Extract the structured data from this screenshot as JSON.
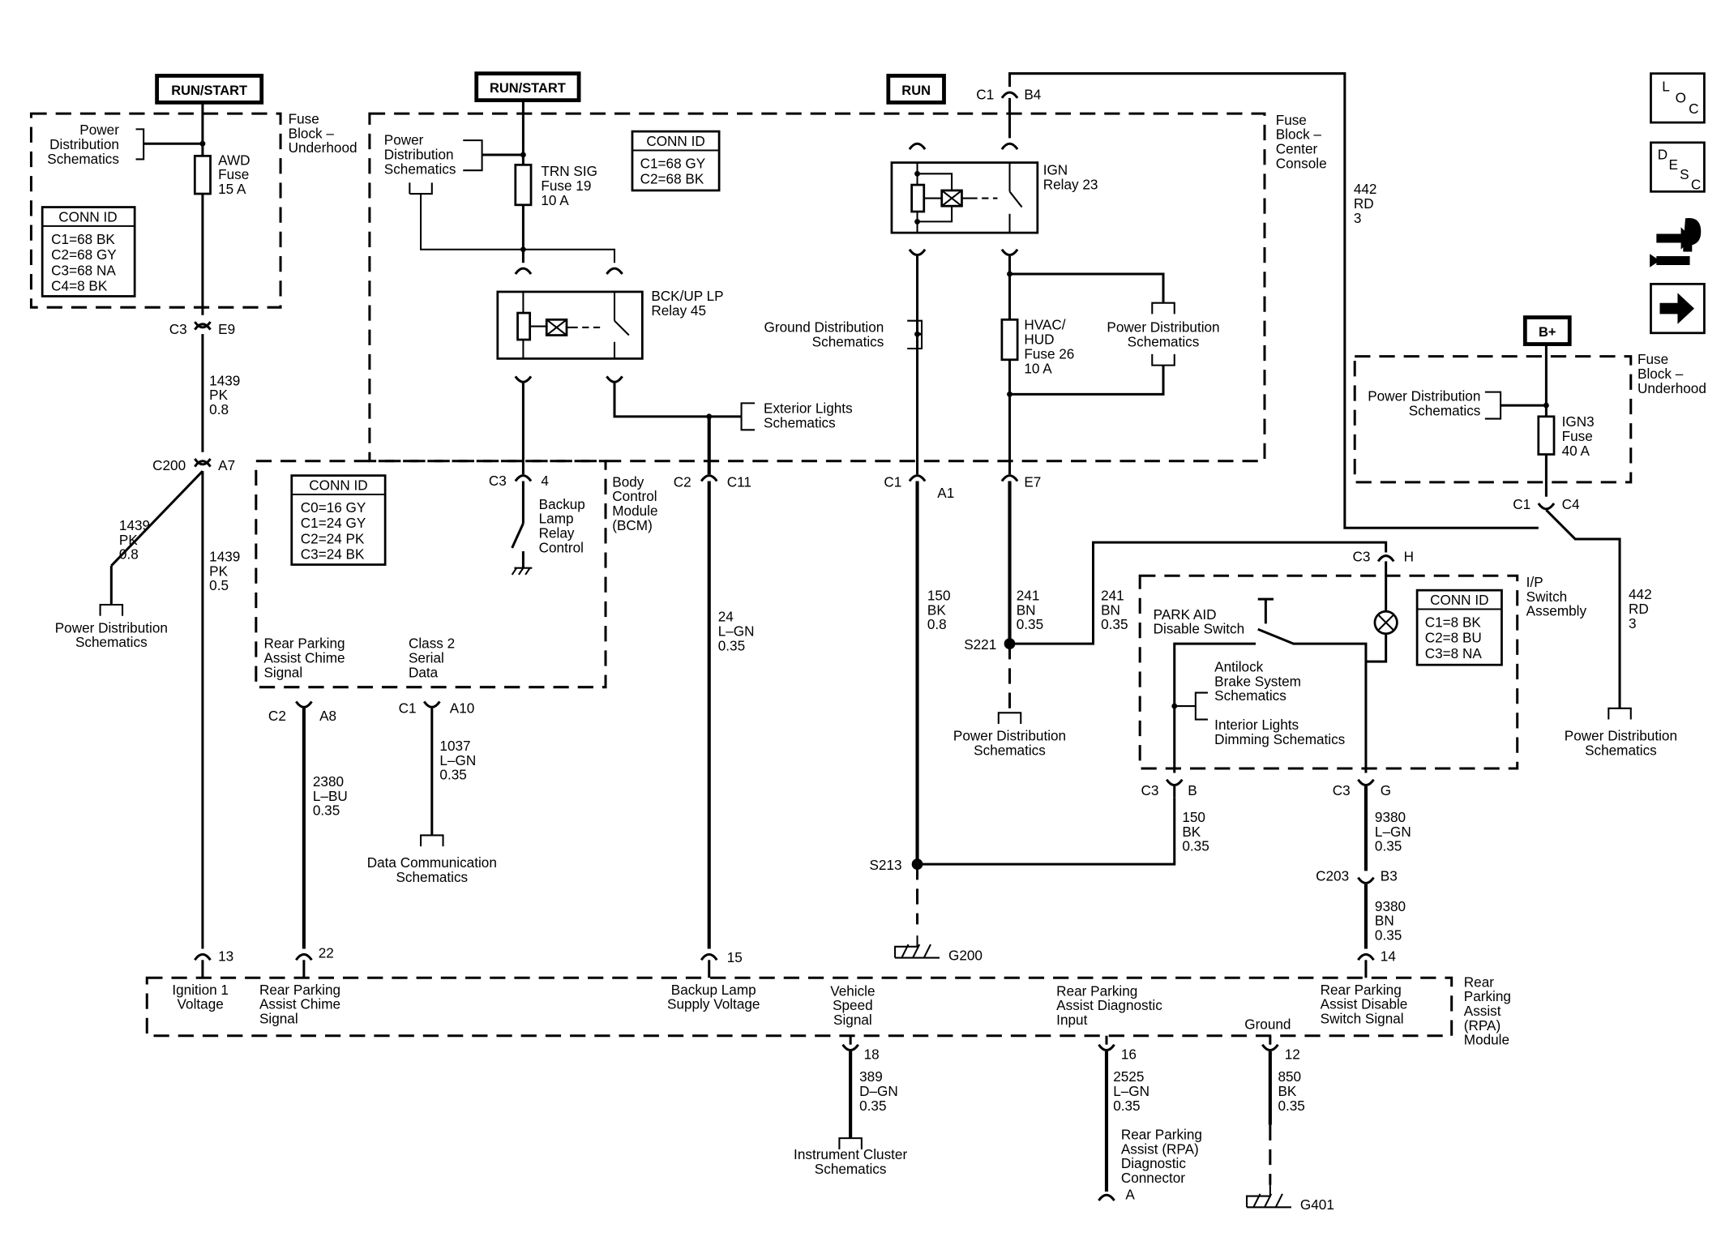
{
  "power_labels": {
    "run_start_1": "RUN/START",
    "run_start_2": "RUN/START",
    "run": "RUN",
    "bplus": "B+"
  },
  "fuse_blocks": {
    "underhood_left": [
      "Fuse",
      "Block –",
      "Underhood"
    ],
    "center_console": [
      "Fuse",
      "Block –",
      "Center",
      "Console"
    ],
    "underhood_right": [
      "Fuse",
      "Block –",
      "Underhood"
    ]
  },
  "conn_ids": {
    "fb_underhood": {
      "title": "CONN ID",
      "rows": [
        "C1=68 BK",
        "C2=68 GY",
        "C3=68 NA",
        "C4=8 BK"
      ]
    },
    "fb_console": {
      "title": "CONN ID",
      "rows": [
        "C1=68 GY",
        "C2=68 BK"
      ]
    },
    "bcm": {
      "title": "CONN ID",
      "rows": [
        "C0=16 GY",
        "C1=24 GY",
        "C2=24 PK",
        "C3=24 BK"
      ]
    },
    "ip_switch": {
      "title": "CONN ID",
      "rows": [
        "C1=8 BK",
        "C2=8 BU",
        "C3=8 NA"
      ]
    }
  },
  "components": {
    "awd_fuse": [
      "AWD",
      "Fuse",
      "15 A"
    ],
    "trn_fuse": [
      "TRN SIG",
      "Fuse 19",
      "10 A"
    ],
    "bckup_relay": [
      "BCK/UP LP",
      "Relay 45"
    ],
    "ign_relay": [
      "IGN",
      "Relay 23"
    ],
    "hvac_fuse": [
      "HVAC/",
      "HUD",
      "Fuse 26",
      "10 A"
    ],
    "ign3_fuse": [
      "IGN3",
      "Fuse",
      "40 A"
    ],
    "bcm": [
      "Body",
      "Control",
      "Module",
      "(BCM)"
    ],
    "backup_control": [
      "Backup",
      "Lamp",
      "Relay",
      "Control"
    ],
    "ip_switch": [
      "I/P",
      "Switch",
      "Assembly"
    ],
    "park_aid": [
      "PARK AID",
      "Disable Switch"
    ],
    "rpa_module": [
      "Rear",
      "Parking",
      "Assist",
      "(RPA)",
      "Module"
    ],
    "bcm_chime": [
      "Rear Parking",
      "Assist Chime",
      "Signal"
    ],
    "bcm_class2": [
      "Class 2",
      "Serial",
      "Data"
    ]
  },
  "refs": {
    "pds_ul": [
      "Power",
      "Distribution",
      "Schematics"
    ],
    "pds_cc": [
      "Power",
      "Distribution",
      "Schematics"
    ],
    "gds": [
      "Ground Distribution",
      "Schematics"
    ],
    "pds_hvac": [
      "Power Distribution",
      "Schematics"
    ],
    "ext_lights": [
      "Exterior Lights",
      "Schematics"
    ],
    "pds_left": [
      "Power Distribution",
      "Schematics"
    ],
    "pds_s221": [
      "Power Distribution",
      "Schematics"
    ],
    "pds_ur": [
      "Power Distribution",
      "Schematics"
    ],
    "pds_right": [
      "Power Distribution",
      "Schematics"
    ],
    "abs": [
      "Antilock",
      "Brake System",
      "Schematics"
    ],
    "interior": [
      "Interior Lights",
      "Dimming Schematics"
    ],
    "data_comm": [
      "Data Communication",
      "Schematics"
    ],
    "inst_cluster": [
      "Instrument Cluster",
      "Schematics"
    ],
    "rpa_diag": [
      "Rear Parking",
      "Assist (RPA)",
      "Diagnostic",
      "Connector",
      "A"
    ]
  },
  "connectors": {
    "c3_e9": [
      "C3",
      "E9"
    ],
    "c200_a7": [
      "C200",
      "A7"
    ],
    "c1_b4": [
      "C1",
      "B4"
    ],
    "c3_4": [
      "C3",
      "4"
    ],
    "c2_c11": [
      "C2",
      "C11"
    ],
    "c1_a1": [
      "C1",
      "A1"
    ],
    "e7": "E7",
    "c1_c4": [
      "C1",
      "C4"
    ],
    "c3_h": [
      "C3",
      "H"
    ],
    "c2_a8": [
      "C2",
      "A8"
    ],
    "c1_a10": [
      "C1",
      "A10"
    ],
    "c3_b": [
      "C3",
      "B"
    ],
    "c3_g": [
      "C3",
      "G"
    ],
    "c203_b3": [
      "C203",
      "B3"
    ]
  },
  "splices": {
    "s221": "S221",
    "s213": "S213"
  },
  "grounds": {
    "g200": "G200",
    "g401": "G401"
  },
  "wires": {
    "w1439_top": [
      "1439",
      "PK",
      "0.8"
    ],
    "w1439_left": [
      "1439",
      "PK",
      "0.8"
    ],
    "w1439_main": [
      "1439",
      "PK",
      "0.5"
    ],
    "w442_top": [
      "442",
      "RD",
      "3"
    ],
    "w442_right": [
      "442",
      "RD",
      "3"
    ],
    "w24": [
      "24",
      "L–GN",
      "0.35"
    ],
    "w150_main": [
      "150",
      "BK",
      "0.8"
    ],
    "w241_a": [
      "241",
      "BN",
      "0.35"
    ],
    "w241_b": [
      "241",
      "BN",
      "0.35"
    ],
    "w2380": [
      "2380",
      "L–BU",
      "0.35"
    ],
    "w1037": [
      "1037",
      "L–GN",
      "0.35"
    ],
    "w150_b": [
      "150",
      "BK",
      "0.35"
    ],
    "w9380_a": [
      "9380",
      "L–GN",
      "0.35"
    ],
    "w9380_b": [
      "9380",
      "BN",
      "0.35"
    ],
    "w389": [
      "389",
      "D–GN",
      "0.35"
    ],
    "w2525": [
      "2525",
      "L–GN",
      "0.35"
    ],
    "w850": [
      "850",
      "BK",
      "0.35"
    ]
  },
  "rpa_pins": {
    "p13": "13",
    "p22": "22",
    "p15": "15",
    "p14": "14",
    "p18": "18",
    "p16": "16",
    "p12": "12",
    "ign1": [
      "Ignition 1",
      "Voltage"
    ],
    "chime": [
      "Rear Parking",
      "Assist Chime",
      "Signal"
    ],
    "backup": [
      "Backup Lamp",
      "Supply Voltage"
    ],
    "vss": [
      "Vehicle",
      "Speed",
      "Signal"
    ],
    "diag": [
      "Rear Parking",
      "Assist Diagnostic",
      "Input"
    ],
    "ground": "Ground",
    "disable": [
      "Rear Parking",
      "Assist Disable",
      "Switch Signal"
    ]
  },
  "nav": {
    "loc": [
      "L",
      "O",
      "C"
    ],
    "desc": [
      "D",
      "E",
      "S",
      "C"
    ]
  }
}
